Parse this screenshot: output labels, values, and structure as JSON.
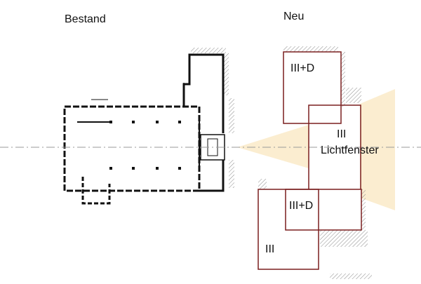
{
  "existing": {
    "heading": "Bestand"
  },
  "proposed": {
    "heading": "Neu",
    "blocks": {
      "upper_left": {
        "label": "III+D"
      },
      "light_window": {
        "label_floors": "III",
        "label_name": "Lichtfenster"
      },
      "lower_middle": {
        "label": "III+D"
      },
      "lower_left": {
        "label": "III"
      }
    }
  },
  "colors": {
    "wall": "#111111",
    "new_outline": "#7a1f1f",
    "light_fill": "#fbeccd",
    "hatch": "#8a8a8a",
    "axis": "#9a9a9a"
  }
}
